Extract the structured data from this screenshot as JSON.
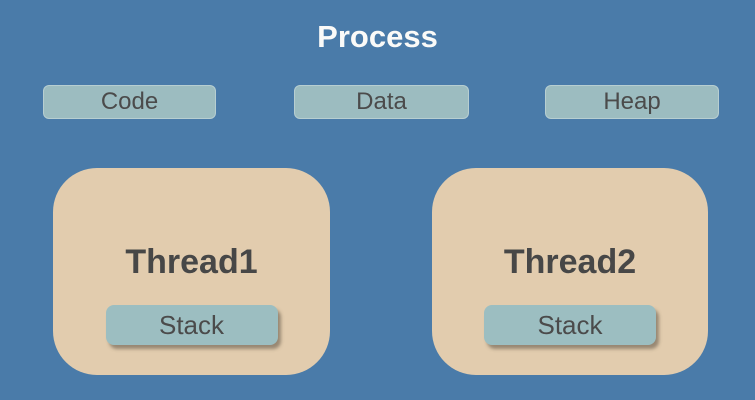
{
  "title": "Process",
  "memory_segments": [
    {
      "label": "Code"
    },
    {
      "label": "Data"
    },
    {
      "label": "Heap"
    }
  ],
  "threads": [
    {
      "label": "Thread1",
      "stack_label": "Stack"
    },
    {
      "label": "Thread2",
      "stack_label": "Stack"
    }
  ],
  "colors": {
    "background": "#4A7BA9",
    "segment_fill": "#9CBCC0",
    "thread_fill": "#E2CCAE",
    "stack_fill": "#9CBEC1",
    "title_text": "#FAFAF8",
    "dark_text": "#4B4B4B"
  }
}
